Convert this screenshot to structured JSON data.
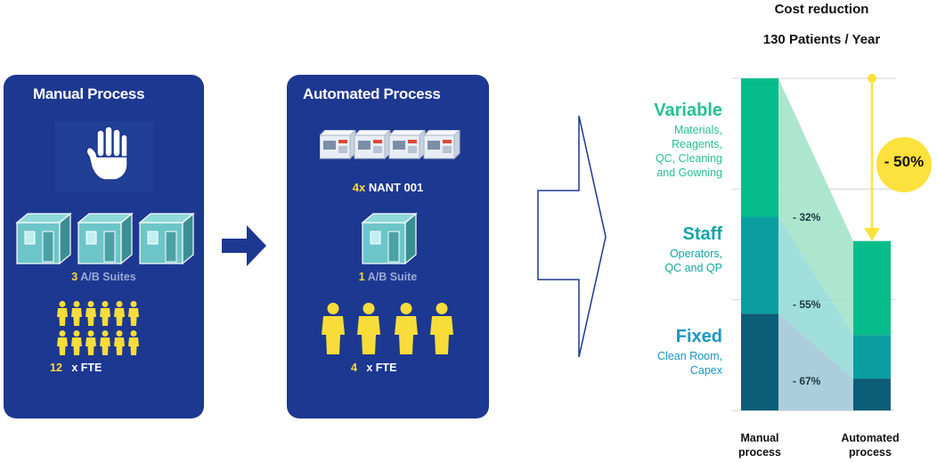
{
  "manual_panel": {
    "title": "Manual Process",
    "suites_num": "3",
    "suites_label": "A/B Suites",
    "fte_num": "12",
    "fte_label": "x FTE"
  },
  "automated_panel": {
    "title": "Automated Process",
    "machines_num": "4x",
    "machines_label": "NANT 001",
    "suites_num": "1",
    "suites_label": "A/B Suite",
    "fte_num": "4",
    "fte_label": "x FTE"
  },
  "chart_data": {
    "type": "bar",
    "title": "Cost reduction",
    "subtitle": "130 Patients / Year",
    "categories": [
      "Manual process",
      "Automated process"
    ],
    "series": [
      {
        "name": "Fixed",
        "values": [
          1.0,
          0.33
        ],
        "color": "#0b5e78"
      },
      {
        "name": "Staff",
        "values": [
          1.0,
          0.45
        ],
        "color": "#0a9ea0"
      },
      {
        "name": "Variable",
        "values": [
          1.43,
          0.97
        ],
        "color": "#06bc8a"
      }
    ],
    "ylim": [
      0,
      3.43
    ],
    "stacked": true,
    "series_labels": [
      {
        "name": "Variable",
        "detail": [
          "Materials,",
          "Reagents,",
          "QC, Cleaning",
          "and Gowning"
        ],
        "color": "#27c08f"
      },
      {
        "name": "Staff",
        "detail": [
          "Operators,",
          "QC and QP"
        ],
        "color": "#10a6a6"
      },
      {
        "name": "Fixed",
        "detail": [
          "Clean Room,",
          "Capex"
        ],
        "color": "#1596c6"
      }
    ],
    "reductions": [
      "- 32%",
      "- 55%",
      "- 67%"
    ],
    "total_reduction": "- 50%",
    "grid": true,
    "colors": {
      "band_variable": "#9fe2c5",
      "band_staff": "#8fd9d6",
      "band_fixed": "#9ec6d6",
      "callout": "#fde13c"
    }
  },
  "colors": {
    "panel": "#1d3890",
    "accent_yellow": "#f8dc3a",
    "arrow": "#1d3890"
  }
}
